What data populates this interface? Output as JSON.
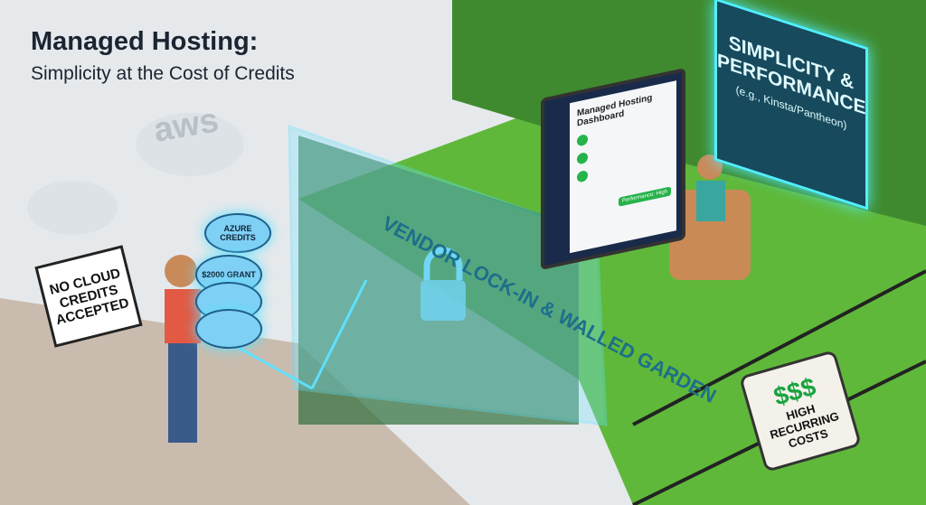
{
  "title": "Managed Hosting:",
  "subtitle": "Simplicity at the Cost of Credits",
  "left_sign": "NO CLOUD CREDITS ACCEPTED",
  "aws_logo": "aws",
  "coins": {
    "top": "AZURE CREDITS",
    "middle": "$2000 GRANT"
  },
  "wall_label": "VENDOR LOCK-IN & WALLED GARDEN",
  "dashboard": {
    "title": "Managed Hosting Dashboard",
    "badge": "Performance: High"
  },
  "big_sign": {
    "line1": "SIMPLICITY & PERFORMANCE",
    "line2": "(e.g., Kinsta/Pantheon)"
  },
  "price_tag": {
    "symbol": "$$$",
    "text": "HIGH RECURRING COSTS"
  },
  "colors": {
    "grass": "#5fb83a",
    "glow": "#52f0ff",
    "money": "#19a33f"
  }
}
